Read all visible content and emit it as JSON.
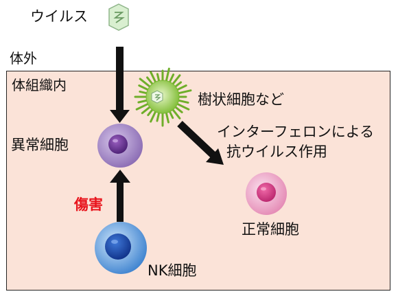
{
  "labels": {
    "virus": "ウイルス",
    "outside": "体外",
    "inside": "体組織内",
    "dendritic": "樹状細胞など",
    "interferon_line1": "インターフェロンによる",
    "interferon_line2": "抗ウイルス作用",
    "abnormal": "異常細胞",
    "damage": "傷害",
    "normal": "正常細胞",
    "nk": "NK細胞"
  },
  "colors": {
    "tissue_bg": "#fbe3d8",
    "damage_text": "#e8131b",
    "abnormal_cell": "#8a6bb3",
    "normal_cell": "#e889b6",
    "nk_cell": "#4f92d8",
    "dendritic_cell": "#8cc63f",
    "virus_icon": "#d9efd0"
  }
}
